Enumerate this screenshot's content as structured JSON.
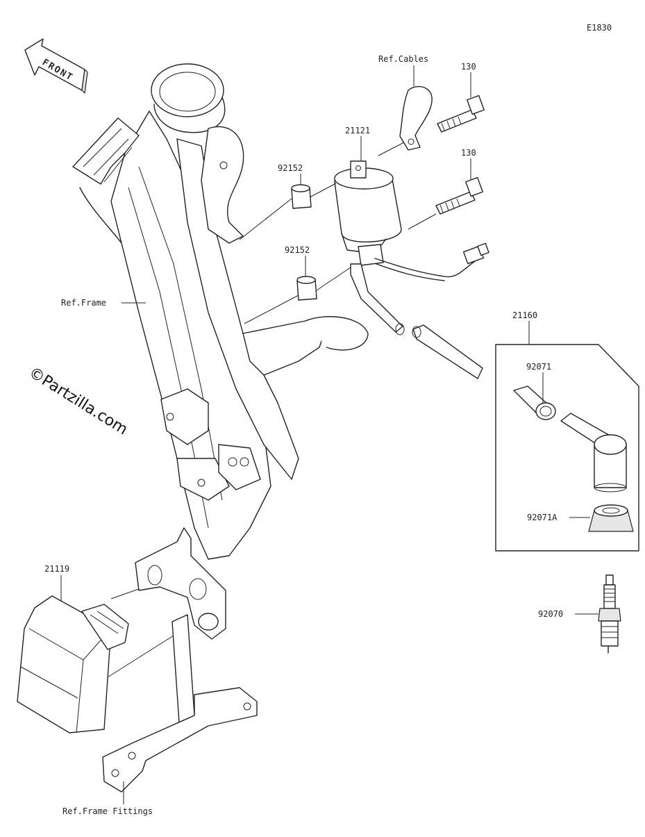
{
  "diagram_code": "E1830",
  "front_label": "FRONT",
  "watermark": "©Partzilla.com",
  "labels": {
    "ref_cables": "Ref.Cables",
    "bolt_top": "130",
    "bolt_mid": "130",
    "coil": "21121",
    "collar_top": "92152",
    "collar_bottom": "92152",
    "ref_frame": "Ref.Frame",
    "cap_assy": "21160",
    "cap_seal": "92071",
    "cap_boot": "92071A",
    "cdi_unit": "21119",
    "spark_plug": "92070",
    "ref_frame_fittings": "Ref.Frame Fittings"
  }
}
